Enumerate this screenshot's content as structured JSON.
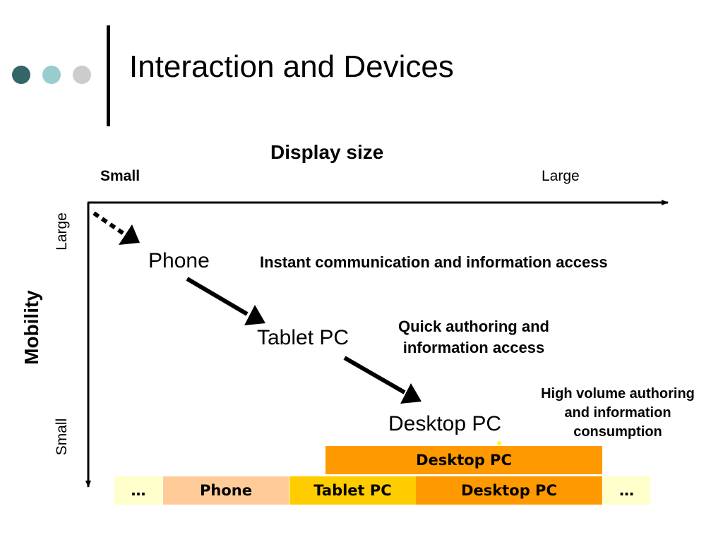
{
  "slide": {
    "title": "Interaction and Devices",
    "bullet_colors": [
      "#336666",
      "#99cccc",
      "#cccccc"
    ]
  },
  "axes": {
    "x_title": "Display size",
    "x_small": "Small",
    "x_large": "Large",
    "y_title": "Mobility",
    "y_large": "Large",
    "y_small": "Small"
  },
  "devices": [
    {
      "name": "Phone",
      "description": "Instant communication and information access"
    },
    {
      "name": "Tablet PC",
      "description_line1": "Quick authoring and",
      "description_line2": "information access"
    },
    {
      "name": "Desktop PC",
      "description_line1": "High volume authoring",
      "description_line2": "and information",
      "description_line3": "consumption"
    }
  ],
  "spectrum": {
    "top_row": {
      "label": "Desktop PC",
      "color": "#ff9900"
    },
    "bottom_row": [
      {
        "label": "…",
        "color": "#ffffcc"
      },
      {
        "label": "Phone",
        "color": "#ffcc99"
      },
      {
        "label": "Tablet PC",
        "color": "#ffcc00"
      },
      {
        "label": "Desktop PC",
        "color": "#ff9900"
      },
      {
        "label": "…",
        "color": "#ffffcc"
      }
    ]
  }
}
